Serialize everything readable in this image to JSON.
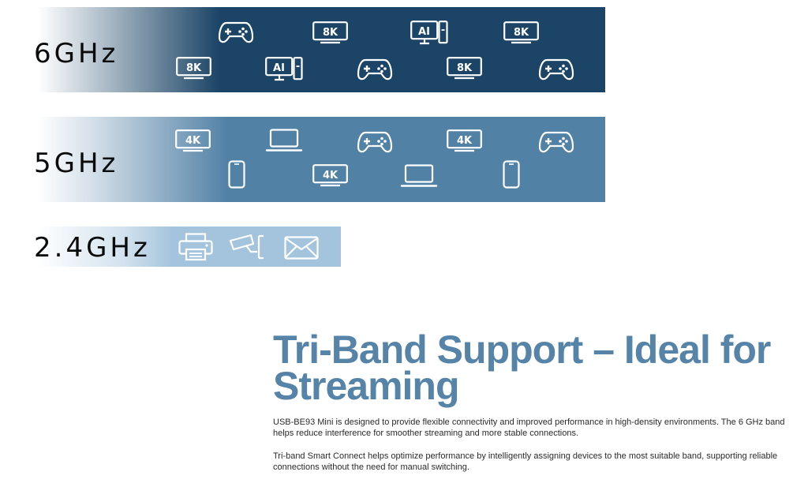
{
  "bands": {
    "b6": {
      "label": "6GHz",
      "color": "#1b4466",
      "icons": [
        "gamepad-icon",
        "tv-8k-icon",
        "ai-computer-icon",
        "tv-8k-icon",
        "tv-8k-icon",
        "ai-computer-icon",
        "gamepad-icon",
        "tv-8k-icon",
        "gamepad-icon"
      ],
      "tv_badge": "8K",
      "ai_badge": "AI"
    },
    "b5": {
      "label": "5GHz",
      "color": "#5281a6",
      "icons": [
        "tv-4k-icon",
        "laptop-icon",
        "gamepad-icon",
        "tv-4k-icon",
        "gamepad-icon",
        "phone-icon",
        "tv-4k-icon",
        "laptop-icon",
        "phone-icon"
      ],
      "tv_badge": "4K"
    },
    "b24": {
      "label": "2.4GHz",
      "color": "#a4c4dd",
      "icons": [
        "printer-icon",
        "security-camera-icon",
        "mail-icon"
      ]
    }
  },
  "section": {
    "headline": "Tri-Band Support – Ideal for Streaming",
    "paragraph1": "USB-BE93 Mini is designed to provide flexible connectivity and improved performance in high-density environments. The 6 GHz band helps reduce interference for smoother streaming and more stable connections.",
    "paragraph2": "Tri-band Smart Connect helps optimize performance by intelligently assigning devices to the most suitable band, supporting reliable connections without the need for manual switching."
  }
}
